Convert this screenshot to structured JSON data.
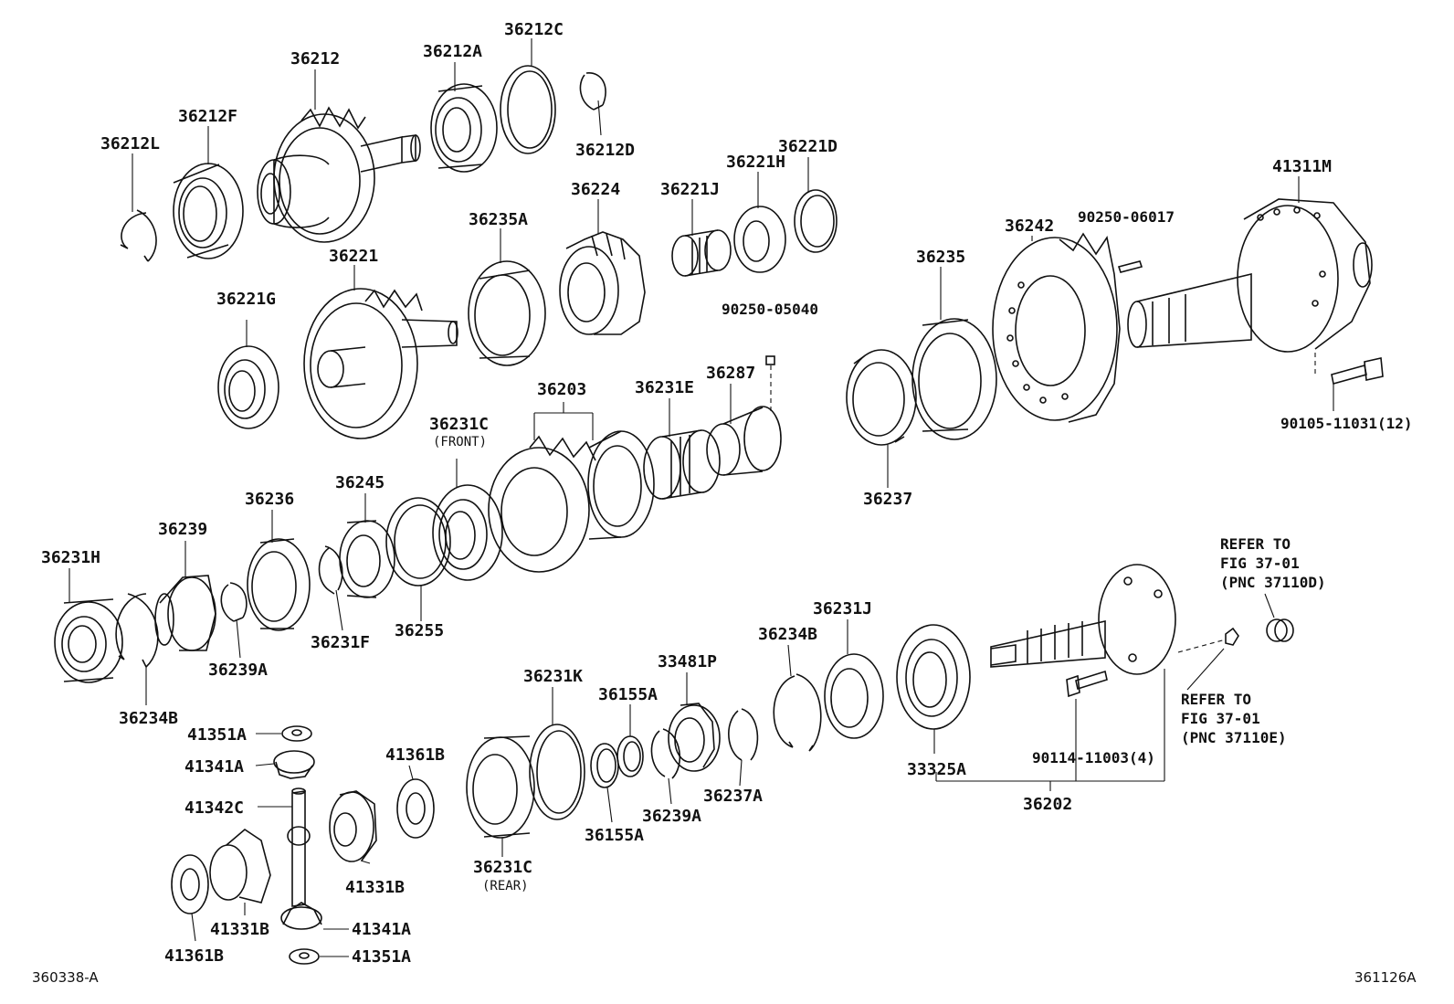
{
  "labels": {
    "p36212": "36212",
    "p36212A": "36212A",
    "p36212C": "36212C",
    "p36212F": "36212F",
    "p36212L": "36212L",
    "p36212D": "36212D",
    "p36221": "36221",
    "p36221G": "36221G",
    "p36235A": "36235A",
    "p36224": "36224",
    "p36221J_top": "36221J",
    "p36221H": "36221H",
    "p36221D": "36221D",
    "p41311M": "41311M",
    "p90250_06017": "90250-06017",
    "p36242": "36242",
    "p36235": "36235",
    "p90250_05040": "90250-05040",
    "p36203": "36203",
    "p36231E": "36231E",
    "p36287": "36287",
    "p36231C_front": "36231C",
    "front": "(FRONT)",
    "p36245": "36245",
    "p36236": "36236",
    "p36239": "36239",
    "p36231H": "36231H",
    "p36255": "36255",
    "p36231F": "36231F",
    "p36239A_1": "36239A",
    "p36234B_1": "36234B",
    "p36237": "36237",
    "p90105": "90105-11031(12)",
    "p36231J": "36231J",
    "p36234B_2": "36234B",
    "p33481P": "33481P",
    "p36231K": "36231K",
    "p36155A_1": "36155A",
    "p36155A_2": "36155A",
    "p36239A_2": "36239A",
    "p36237A": "36237A",
    "p36231C_rear": "36231C",
    "rear": "(REAR)",
    "p33325A": "33325A",
    "p36202": "36202",
    "p90114": "90114-11003(4)",
    "p41351A_1": "41351A",
    "p41341A_1": "41341A",
    "p41342C": "41342C",
    "p41361B_1": "41361B",
    "p41331B_1": "41331B",
    "p41331B_2": "41331B",
    "p41361B_2": "41361B",
    "p41341A_2": "41341A",
    "p41351A_2": "41351A"
  },
  "refer_top": {
    "line1": "REFER TO",
    "line2": "FIG 37-01",
    "line3": "(PNC 37110D)"
  },
  "refer_bottom": {
    "line1": "REFER TO",
    "line2": "FIG 37-01",
    "line3": "(PNC 37110E)"
  },
  "corner_left": "360338-A",
  "corner_right": "361126A"
}
